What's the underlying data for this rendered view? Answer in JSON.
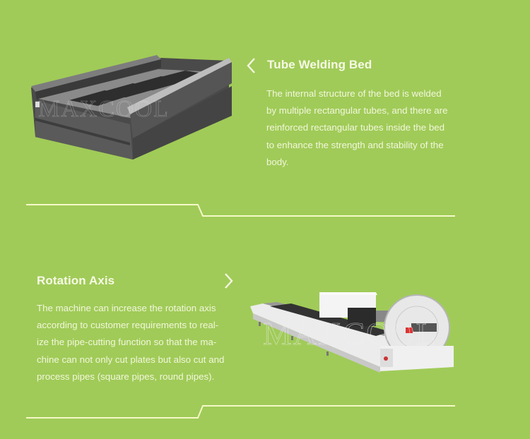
{
  "sections": [
    {
      "title": "Tube Welding Bed",
      "icon": "chevron-left-icon",
      "description": "The internal structure of the bed is welded by multiple rectangular tubes, and there are reinforced rectangular tubes inside the bed to enhance the strength and stability of the body.",
      "lines": [
        "The internal structure of the bed is welded",
        "by multiple rectangular tubes, and there are",
        "reinforced rectangular tubes inside the bed",
        "to enhance the strength and stability of the",
        "body."
      ],
      "image_alt": "tube welding bed product image"
    },
    {
      "title": "Rotation Axis",
      "icon": "chevron-right-icon",
      "description": "The machine can increase the rotation axis according to customer requirements to realize the pipe-cutting function so that the machine can not only cut plates but also cut and process pipes (square pipes, round pipes).",
      "lines": [
        "The machine can increase the rotation axis",
        "according to customer requirements to real-",
        "ize the pipe-cutting function so that the ma-",
        "chine can not only cut plates but also cut and",
        "process pipes (square pipes, round pipes)."
      ],
      "image_alt": "rotation axis laser cutting machine image"
    }
  ],
  "watermark": "MAXCOOL",
  "colors": {
    "background": "#a0cb58",
    "text": "#f2f6dc",
    "divider": "#f5f8c8"
  }
}
